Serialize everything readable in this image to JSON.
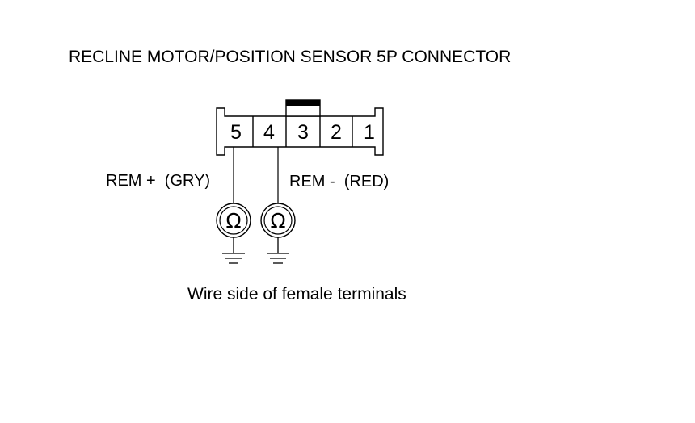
{
  "title": "RECLINE MOTOR/POSITION SENSOR 5P CONNECTOR",
  "connector": {
    "pins": [
      "5",
      "4",
      "3",
      "2",
      "1"
    ]
  },
  "probes": [
    {
      "label": "REM +  (GRY)",
      "meter_symbol": "Ω",
      "meter_icon": "ohmmeter-icon",
      "ground_icon": "ground-icon"
    },
    {
      "label": "REM -  (RED)",
      "meter_symbol": "Ω",
      "meter_icon": "ohmmeter-icon",
      "ground_icon": "ground-icon"
    }
  ],
  "caption": "Wire side of female terminals",
  "colors": {
    "line": "#000000",
    "background": "#ffffff"
  }
}
